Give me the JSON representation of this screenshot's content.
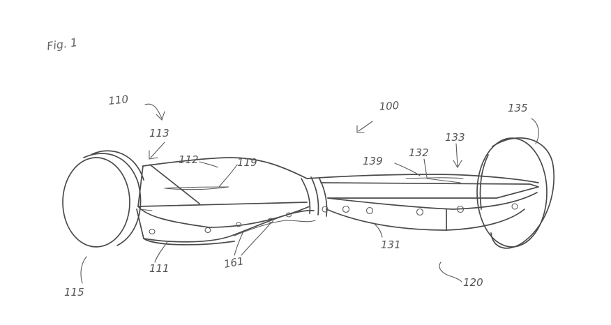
{
  "figure_label": "Fig. 1",
  "labels": {
    "l100": "100",
    "l110": "110",
    "l111": "111",
    "l112": "112",
    "l113": "113",
    "l115": "115",
    "l119": "119",
    "l120": "120",
    "l131": "131",
    "l132": "132",
    "l133": "133",
    "l135": "135",
    "l139": "139",
    "l161": "161"
  }
}
